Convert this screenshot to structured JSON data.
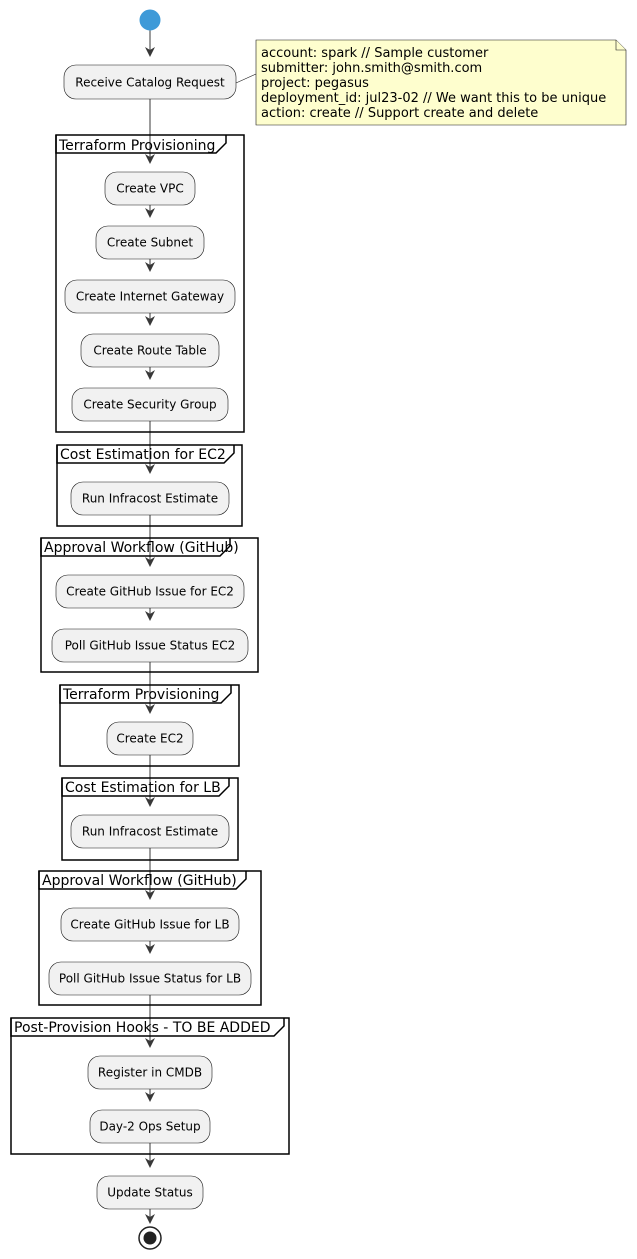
{
  "colors": {
    "start_node": "#3e9ad8",
    "activity_fill": "#f1f1f1",
    "activity_border": "#181818",
    "arrow": "#383838",
    "note_fill": "#fefece",
    "note_border": "#181818",
    "group_border": "#000000"
  },
  "note": {
    "lines": [
      "account: spark  // Sample customer",
      "submitter: john.smith@smith.com",
      "project: pegasus",
      "deployment_id: jul23-02  // We want this to be unique",
      "action: create // Support create and delete"
    ]
  },
  "activities": {
    "receive_request": "Receive Catalog Request",
    "create_vpc": "Create VPC",
    "create_subnet": "Create Subnet",
    "create_igw": "Create Internet Gateway",
    "create_route_table": "Create Route Table",
    "create_sg": "Create Security Group",
    "infracost_ec2": "Run Infracost Estimate",
    "gh_issue_ec2": "Create GitHub Issue for EC2",
    "poll_ec2": "Poll GitHub Issue Status EC2",
    "create_ec2": "Create EC2",
    "infracost_lb": "Run Infracost Estimate",
    "gh_issue_lb": "Create GitHub Issue for LB",
    "poll_lb": "Poll GitHub Issue Status for LB",
    "register_cmdb": "Register in CMDB",
    "day2_ops": "Day-2 Ops Setup",
    "update_status": "Update Status"
  },
  "groups": {
    "tf_network": "Terraform Provisioning",
    "cost_ec2": "Cost Estimation for EC2",
    "approval_ec2": "Approval Workflow (GitHub)",
    "tf_ec2": "Terraform Provisioning",
    "cost_lb": "Cost Estimation for LB",
    "approval_lb": "Approval Workflow (GitHub)",
    "post_hooks": "Post-Provision Hooks - TO BE ADDED"
  }
}
